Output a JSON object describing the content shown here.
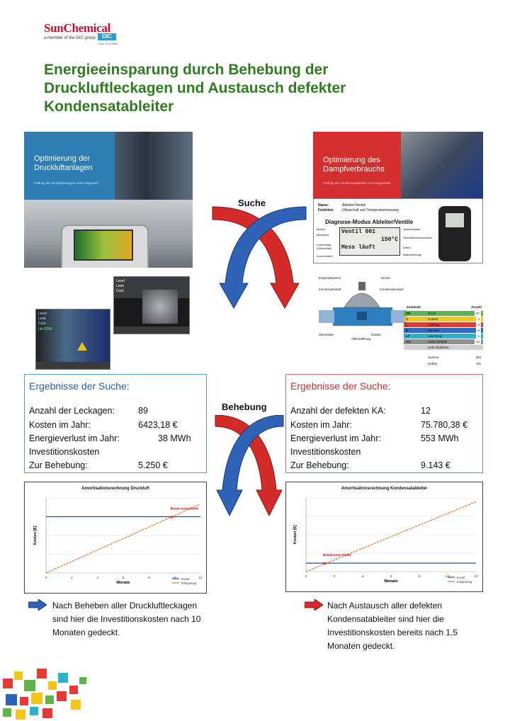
{
  "logo": {
    "brand": "SunChemical",
    "tagline": "a member of the DIC group",
    "dic": "DIC",
    "dic_sub": "Color & Comfort"
  },
  "title": "Energieeinsparung durch Behebung der Druckluftleckagen und Austausch defekter Kondensatableiter",
  "left_slide": {
    "title": "Optimierung der Druckluftanlagen",
    "subtitle": "Prüfung der Druckluftanlagen und Anlagenteil"
  },
  "right_slide": {
    "title": "Optimierung des Dampfverbrauchs",
    "subtitle": "Prüfung der Kondensatableiter und Anlagenteile"
  },
  "right_info": {
    "heading": "Diagnose-Modus Ableiter/Ventile",
    "name_label": "Name:",
    "name_val": "Ableiter/Ventile",
    "func_label": "Funktion:",
    "func_val": "Ultraschall und Temperaturmessung",
    "lcd_line1": "Ventil  001",
    "lcd_line2": "150°C",
    "lcd_line3": "Mess läuft",
    "callouts": [
      "Modus",
      "Messwert",
      "Kommentar (Ultraschall)",
      "Kommentare",
      "Speicherplatz",
      "Oberflächentemperatur",
      "Dauer",
      "Balkenanzeige"
    ]
  },
  "left_thumbs": {
    "t1": [
      "Level",
      "Leak",
      "Cost",
      "Lkr 0006"
    ],
    "t2": [
      "Level",
      "Leak",
      "Cost"
    ]
  },
  "diagram": {
    "labels": [
      "Einspritzkammer",
      "Kondensatzulauf",
      "Steuerdüse",
      "Abflussöffnung",
      "Kondensatauslauf",
      "Deckel",
      "Einsatz"
    ]
  },
  "status_table": {
    "title": "Zustände",
    "count_header": "Anzahl",
    "rows": [
      {
        "code": "OK",
        "label": "Good",
        "count": "97",
        "color": "#5fb34a"
      },
      {
        "code": "C",
        "label": "Cooled",
        "count": "4",
        "color": "#f4c51b"
      },
      {
        "code": "L",
        "label": "Leaking",
        "count": "3",
        "color": "#e53935"
      },
      {
        "code": "B",
        "label": "Blocked",
        "count": "6",
        "color": "#1f6fd1"
      },
      {
        "code": "LT",
        "label": "Low Temp",
        "count": "1",
        "color": "#2bb3c9"
      },
      {
        "code": "AG",
        "label": "außer Betrieb",
        "count": "14",
        "color": "#8f8f8f"
      },
      {
        "code": "",
        "label": "nicht lokalisiert",
        "count": "",
        "color": "#cfcfcf"
      }
    ],
    "sum_label": "Summe",
    "sum_val": "250",
    "defekt_label": "Defekt",
    "defekt_val": "5%"
  },
  "labels": {
    "suche": "Suche",
    "behebung": "Behebung"
  },
  "results_left": {
    "heading": "Ergebnisse der Suche:",
    "rows": [
      {
        "label": "Anzahl der Leckagen:",
        "value": "89"
      },
      {
        "label": "Kosten im Jahr:",
        "value": "6423,18 €"
      },
      {
        "label": "Energieverlust im Jahr:",
        "value": "38 MWh"
      },
      {
        "label": "Investitionskosten",
        "value": ""
      },
      {
        "label": "Zur Behebung:",
        "value": "5.250 €"
      }
    ]
  },
  "results_right": {
    "heading": "Ergebnisse der Suche:",
    "rows": [
      {
        "label": "Anzahl der defekten KA:",
        "value": "12"
      },
      {
        "label": "Kosten im Jahr:",
        "value": "75.780,38 €"
      },
      {
        "label": "Energieverlust im Jahr:",
        "value": "553 MWh"
      },
      {
        "label": "Investitionskosten",
        "value": ""
      },
      {
        "label": "Zur Behebung:",
        "value": "9.143 €"
      }
    ]
  },
  "chart_data": [
    {
      "type": "line",
      "title": "Amortisationsrechnung Druckluft",
      "xlabel": "Monate",
      "ylabel": "Kosten [€]",
      "x": [
        0,
        1,
        2,
        3,
        4,
        5,
        6,
        7,
        8,
        9,
        10,
        11,
        12
      ],
      "xlim": [
        0,
        12
      ],
      "ylim": [
        0,
        7000
      ],
      "series": [
        {
          "name": "Invest",
          "color": "#1f4e9e",
          "values": [
            5250,
            5250,
            5250,
            5250,
            5250,
            5250,
            5250,
            5250,
            5250,
            5250,
            5250,
            5250,
            5250
          ]
        },
        {
          "name": "Einsparung",
          "color": "#e8762c",
          "values": [
            0,
            535,
            1070,
            1606,
            2141,
            2676,
            3212,
            3747,
            4282,
            4817,
            5353,
            5888,
            6423
          ]
        }
      ],
      "annotation": {
        "text": "Break-even-Point",
        "x": 10,
        "y": 5250
      }
    },
    {
      "type": "line",
      "title": "Amortisationsrechnung Kondensatableiter",
      "xlabel": "Monate",
      "ylabel": "Kosten [€]",
      "x": [
        0,
        1,
        2,
        3,
        4,
        5,
        6,
        7,
        8,
        9,
        10,
        11,
        12
      ],
      "xlim": [
        0,
        12
      ],
      "ylim": [
        0,
        80000
      ],
      "series": [
        {
          "name": "Invest",
          "color": "#1f4e9e",
          "values": [
            9143,
            9143,
            9143,
            9143,
            9143,
            9143,
            9143,
            9143,
            9143,
            9143,
            9143,
            9143,
            9143
          ]
        },
        {
          "name": "Einsparung",
          "color": "#e8762c",
          "values": [
            0,
            6315,
            12630,
            18945,
            25260,
            31575,
            37890,
            44205,
            50520,
            56835,
            63150,
            69465,
            75780
          ]
        }
      ],
      "annotation": {
        "text": "Break-even-Point",
        "x": 1.5,
        "y": 9143
      }
    }
  ],
  "captions": {
    "left": "Nach Beheben aller Druckluftleckagen sind hier die Investitionskosten nach 10 Monaten gedeckt.",
    "right": "Nach Austausch aller defekten Kondensatableiter sind hier die Investitionskosten bereits nach 1,5 Monaten gedeckt."
  },
  "colors": {
    "blue": "#2f63b8",
    "red": "#d42a2a",
    "green": "#2e7d1f"
  }
}
